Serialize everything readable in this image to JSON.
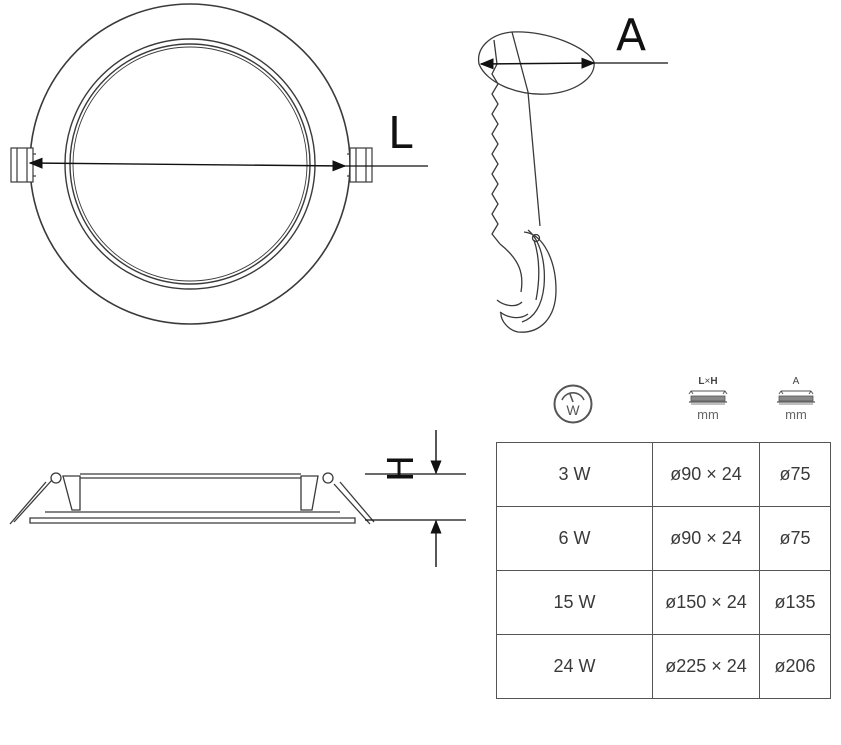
{
  "diagram": {
    "labels": {
      "L": "L",
      "A": "A",
      "H": "H"
    }
  },
  "table": {
    "headers": {
      "power_icon_glyph": "W",
      "size": {
        "label_L": "L",
        "label_x": "×",
        "label_H": "H",
        "unit": "mm"
      },
      "cutout": {
        "label": "A",
        "unit": "mm"
      }
    },
    "rows": [
      {
        "power": "3 W",
        "size": "ø90 × 24",
        "cutout": "ø75"
      },
      {
        "power": "6 W",
        "size": "ø90 × 24",
        "cutout": "ø75"
      },
      {
        "power": "15 W",
        "size": "ø150 × 24",
        "cutout": "ø135"
      },
      {
        "power": "24 W",
        "size": "ø225 × 24",
        "cutout": "ø206"
      }
    ]
  },
  "colors": {
    "line": "#3a3a3a",
    "table_border": "#555555",
    "text": "#3a3a3a"
  }
}
